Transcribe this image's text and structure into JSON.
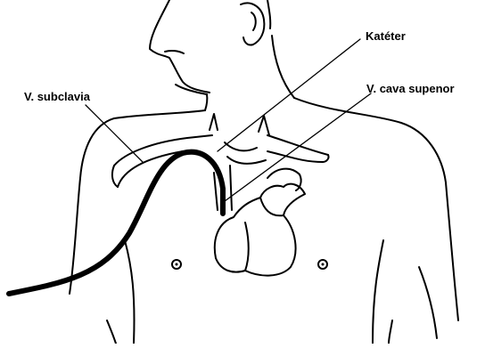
{
  "labels": {
    "catheter": "Katéter",
    "superior_vena_cava": "V. cava supenor",
    "subclavian_vein": "V. subclavia"
  },
  "colors": {
    "line": "#000000",
    "background": "#ffffff"
  }
}
